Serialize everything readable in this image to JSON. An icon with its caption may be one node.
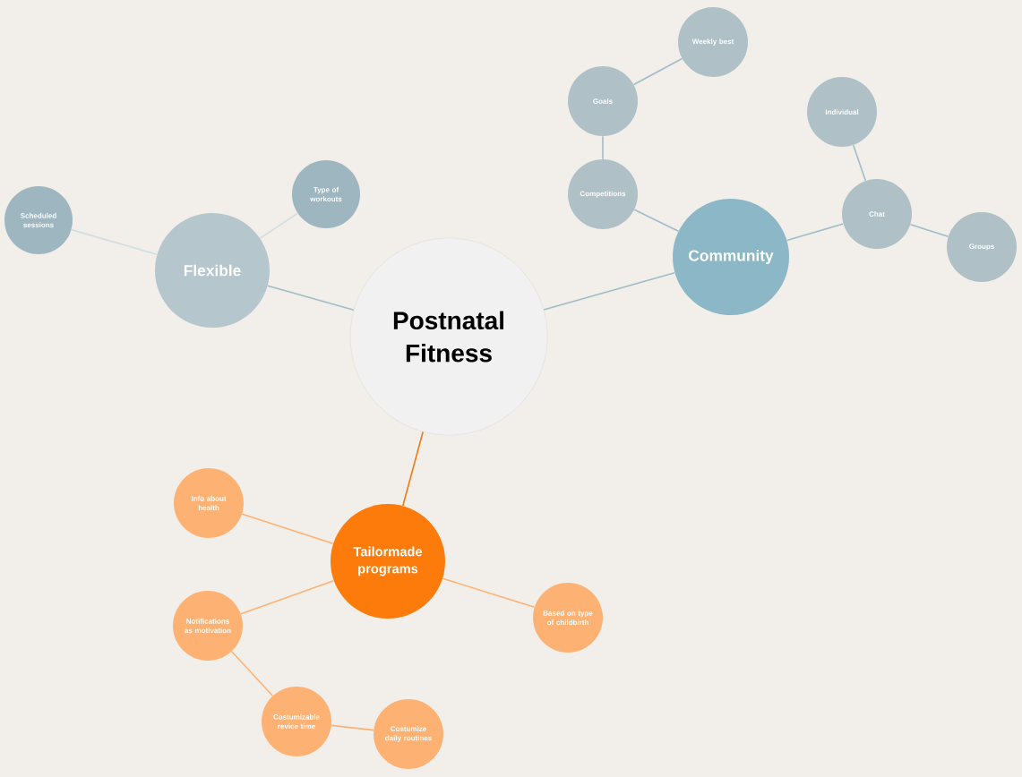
{
  "diagram": {
    "nodes": [
      {
        "text": [
          "Postnatal Fitness"
        ]
      },
      {
        "text": [
          "Flexible"
        ]
      },
      {
        "text": [
          "Scheduled sessions"
        ]
      },
      {
        "text": [
          "Type of workouts"
        ]
      },
      {
        "text": [
          "Goals"
        ]
      },
      {
        "text": [
          "Weekly best"
        ]
      },
      {
        "text": [
          "Competitions"
        ]
      },
      {
        "text": [
          "Community"
        ]
      },
      {
        "text": [
          "Individual"
        ]
      },
      {
        "text": [
          "Chat"
        ]
      },
      {
        "text": [
          "Groups"
        ]
      },
      {
        "text": [
          "Info about health"
        ]
      },
      {
        "text": [
          "Tailormade programs"
        ]
      },
      {
        "text": [
          "Notifications as motivation"
        ]
      },
      {
        "text": [
          "Based on type of childbirth"
        ]
      },
      {
        "text": [
          "Costumizable revice time"
        ]
      },
      {
        "text": [
          "Costumize daily routines"
        ]
      }
    ],
    "edges": [
      {
        "from": 0,
        "to": 1,
        "arrow": "none"
      },
      {
        "from": 1,
        "to": 2,
        "arrow": "none",
        "color": "#d0dfe4"
      },
      {
        "from": 1,
        "to": 3,
        "arrow": "none",
        "color": "#d0dfe4"
      },
      {
        "from": 0,
        "to": 7,
        "arrow": "none"
      },
      {
        "from": 7,
        "to": 6,
        "arrow": "none"
      },
      {
        "from": 6,
        "to": 4,
        "arrow": "none"
      },
      {
        "from": 4,
        "to": 5,
        "arrow": "none"
      },
      {
        "from": 7,
        "to": 9,
        "arrow": "none"
      },
      {
        "from": 9,
        "to": 8,
        "arrow": "none"
      },
      {
        "from": 9,
        "to": 10,
        "arrow": "none"
      },
      {
        "from": 0,
        "to": 12,
        "arrow": "none",
        "color": "#f07a12"
      },
      {
        "from": 12,
        "to": 11,
        "arrow": "none",
        "color": "#fdb274"
      },
      {
        "from": 12,
        "to": 13,
        "arrow": "none",
        "color": "#fdb274"
      },
      {
        "from": 12,
        "to": 14,
        "arrow": "none",
        "color": "#fdb274"
      },
      {
        "from": 13,
        "to": 15,
        "arrow": "none",
        "color": "#fdb274"
      },
      {
        "from": 15,
        "to": 16,
        "arrow": "none",
        "color": "#fdb274"
      }
    ]
  }
}
